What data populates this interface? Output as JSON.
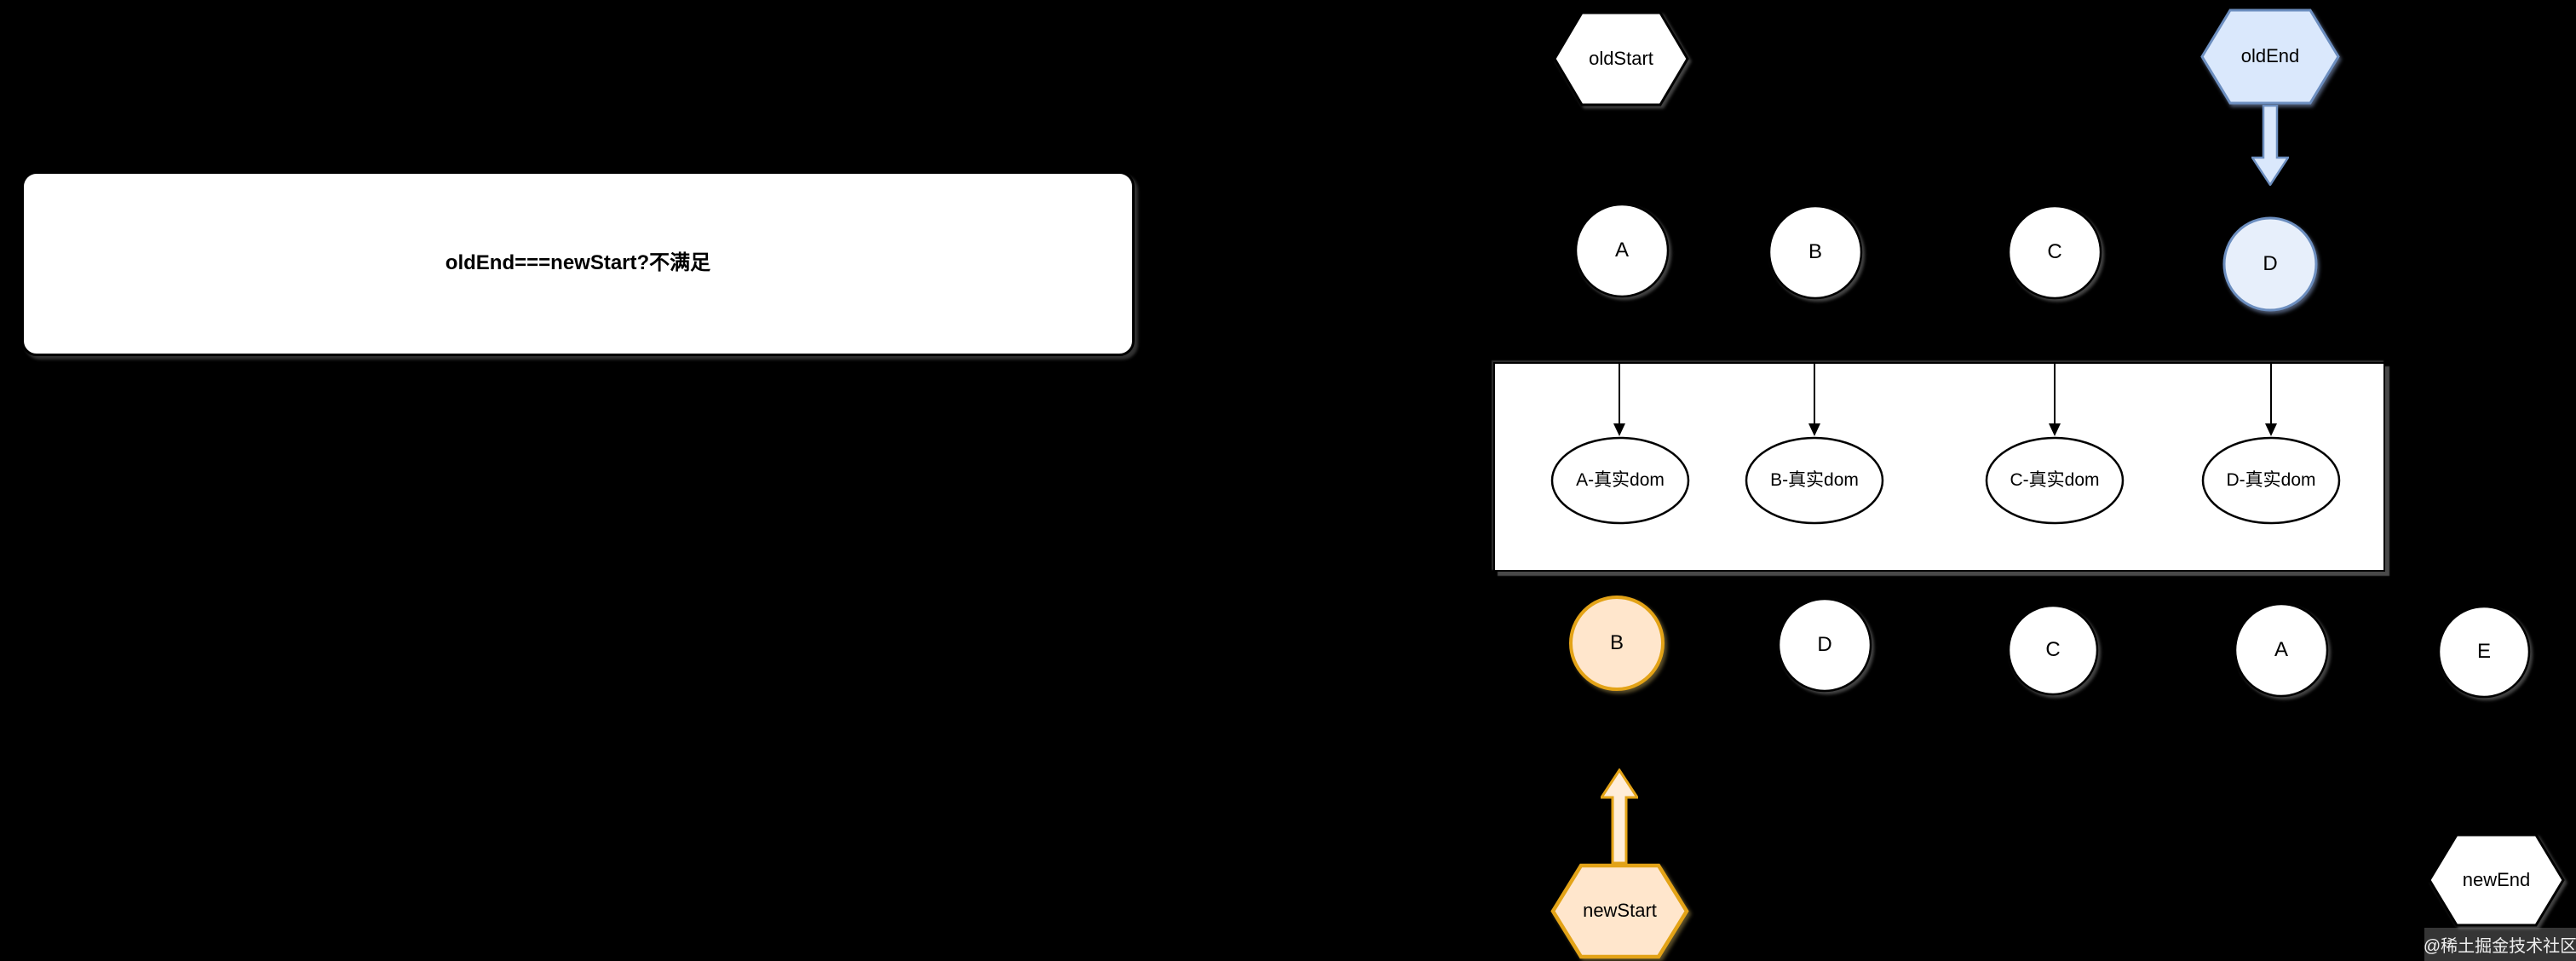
{
  "note_box": {
    "text": "oldEnd===newStart?不满足"
  },
  "old_list": {
    "start_pointer": "oldStart",
    "end_pointer": "oldEnd",
    "nodes": [
      "A",
      "B",
      "C",
      "D"
    ]
  },
  "real_dom_band": {
    "nodes": [
      "A-真实dom",
      "B-真实dom",
      "C-真实dom",
      "D-真实dom"
    ]
  },
  "new_list": {
    "start_pointer": "newStart",
    "end_pointer": "newEnd",
    "nodes": [
      "B",
      "D",
      "C",
      "A",
      "E"
    ]
  },
  "watermark": {
    "text": "@稀土掘金技术社区"
  },
  "colors": {
    "background": "#000000",
    "shape_fill": "#ffffff",
    "shape_stroke": "#000000",
    "highlight_blue_fill": "#dae8fc",
    "highlight_blue_stroke": "#6c8ebf",
    "highlight_orange_fill": "#ffe6cc",
    "highlight_orange_stroke": "#e3a317"
  }
}
